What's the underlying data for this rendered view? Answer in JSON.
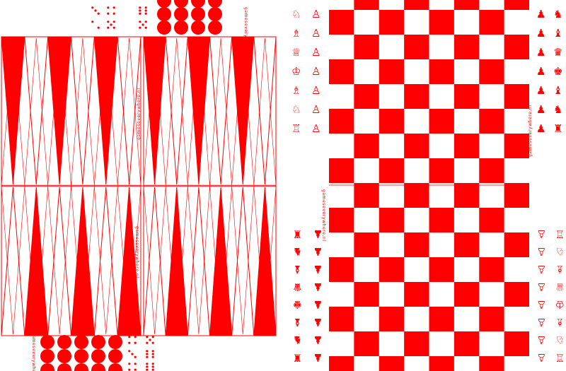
{
  "branding": {
    "text": "gameseverywhere.nl"
  },
  "colors": {
    "accent": "#ff0000",
    "background": "#ffffff"
  },
  "checkerboard": {
    "rows": 14,
    "cols": 8,
    "first_square": "red"
  },
  "backgammon": {
    "points_per_half": 12,
    "halves": 2
  },
  "chess_pieces": {
    "left_column": [
      "knight",
      "bishop",
      "queen",
      "king",
      "bishop",
      "knight",
      "rook"
    ],
    "pawn_column": [
      "pawn",
      "pawn",
      "pawn",
      "pawn",
      "pawn",
      "pawn",
      "pawn",
      "pawn"
    ],
    "right_column_pawns": [
      "pawn",
      "pawn",
      "pawn",
      "pawn",
      "pawn",
      "pawn",
      "pawn",
      "pawn"
    ],
    "right_column": [
      "knight",
      "bishop",
      "queen",
      "king",
      "bishop",
      "knight",
      "rook"
    ]
  },
  "dice": {
    "top_faces": [
      3,
      4,
      5,
      6
    ],
    "bottom_faces": [
      3,
      4,
      5,
      6
    ]
  },
  "checkers": {
    "top_count": 12,
    "bottom_count": 15
  }
}
